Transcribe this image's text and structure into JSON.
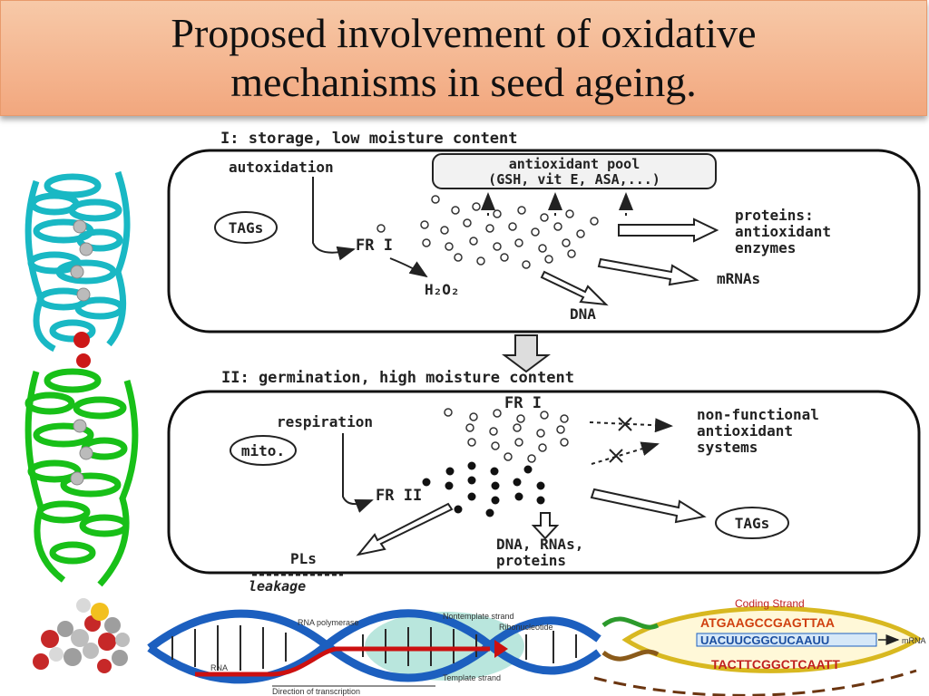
{
  "slide": {
    "title_line1": "Proposed involvement of oxidative",
    "title_line2": "mechanisms in seed ageing."
  },
  "panel1": {
    "heading": "I: storage, low moisture content",
    "autoxidation": "autoxidation",
    "pool_line1": "antioxidant pool",
    "pool_line2": "(GSH, vit E, ASA,...)",
    "tags": "TAGs",
    "fr1": "FR I",
    "h2o2": "H₂O₂",
    "dna": "DNA",
    "proteins_line1": "proteins:",
    "proteins_line2": "antioxidant",
    "proteins_line3": "enzymes",
    "mrnas": "mRNAs"
  },
  "panel2": {
    "heading": "II: germination, high moisture content",
    "fr1": "FR I",
    "respiration": "respiration",
    "mito": "mito.",
    "fr2": "FR II",
    "nonfunc_line1": "non-functional",
    "nonfunc_line2": "antioxidant",
    "nonfunc_line3": "systems",
    "tags": "TAGs",
    "dna_line1": "DNA, RNAs,",
    "dna_line2": "proteins",
    "pls": "PLs",
    "leakage": "leakage"
  },
  "transcription": {
    "rna_polymerase": "RNA polymerase",
    "nontemplate": "Nontemplate strand",
    "ribonucleotide": "Ribonucleotide",
    "rna": "RNA",
    "template": "Template strand",
    "direction": "Direction of transcription"
  },
  "coding": {
    "coding_strand": "Coding Strand",
    "top_seq": "ATGAAGCCGAGTTAA",
    "mrna_seq": "UACUUCGGCUCAAUU",
    "mrna_label": "mRNA",
    "bottom_seq": "TACTTCGGCTCAATT"
  },
  "colors": {
    "title_bg": "#f4b48c",
    "protein_cyan": "#19b8c4",
    "protein_green": "#18c018",
    "helix_blue": "#1c5fbf",
    "rna_red": "#cc1010"
  }
}
